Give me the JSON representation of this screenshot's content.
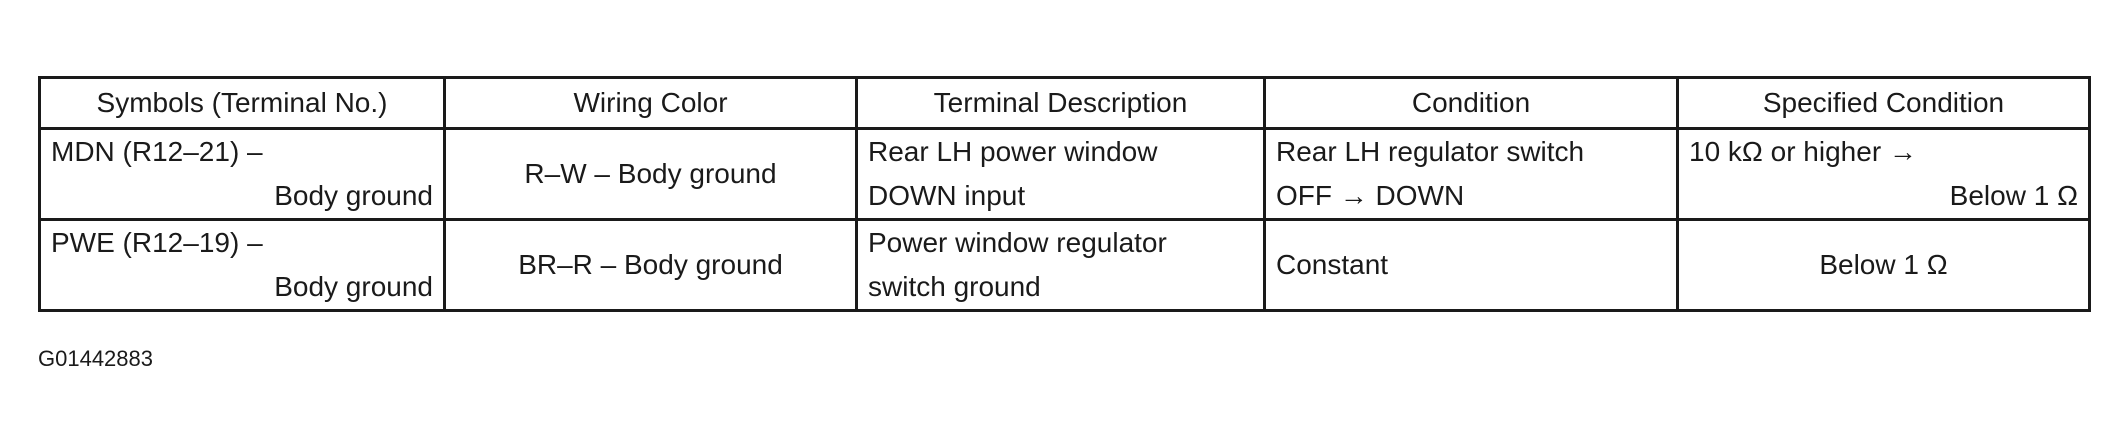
{
  "table": {
    "headers": [
      "Symbols (Terminal No.)",
      "Wiring  Color",
      "Terminal Description",
      "Condition",
      "Specified Condition"
    ],
    "rows": [
      {
        "symbol_line1": "MDN (R12–21) –",
        "symbol_line2": "Body ground",
        "wiring": "R–W – Body ground",
        "desc_line1": "Rear LH power window",
        "desc_line2": "DOWN input",
        "cond_line1": "Rear LH regulator switch",
        "cond_line2": "OFF → DOWN",
        "spec_line1": "10 kΩ or higher →",
        "spec_line2": "Below 1 Ω"
      },
      {
        "symbol_line1": "PWE (R12–19) –",
        "symbol_line2": "Body ground",
        "wiring": "BR–R – Body ground",
        "desc_line1": "Power window regulator",
        "desc_line2": "switch ground",
        "cond_line1": "Constant",
        "spec_line1": "Below 1 Ω"
      }
    ]
  },
  "figure_id": "G01442883"
}
